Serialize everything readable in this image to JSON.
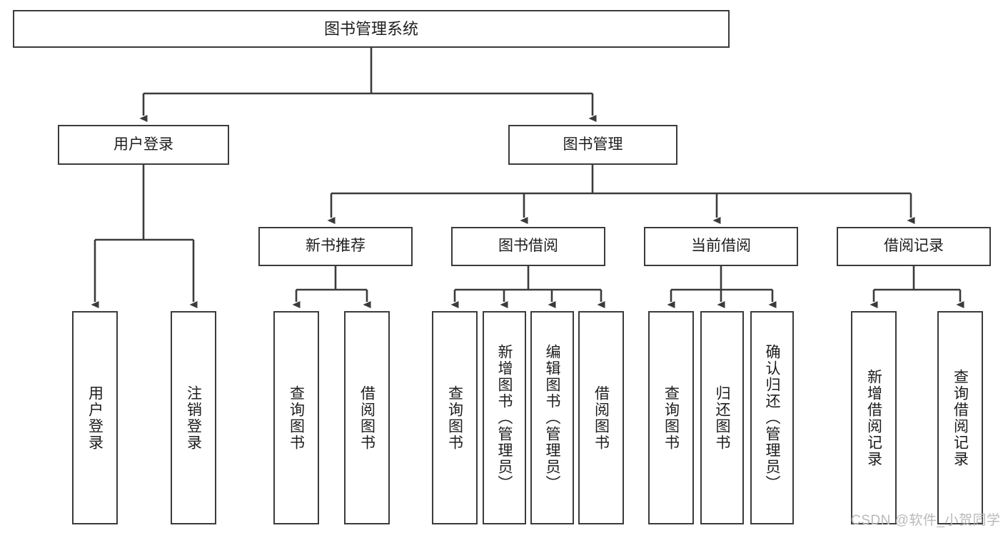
{
  "diagram": {
    "title": "图书管理系统",
    "type": "tree-hierarchy-diagram",
    "watermark": "CSDN @软件_小贺同学",
    "colors": {
      "node_border": "#3b3b3b",
      "node_fill": "#ffffff",
      "edge": "#3b3b3b",
      "text": "#1d1d1d",
      "watermark": "#b9b9b9",
      "background": "#ffffff"
    },
    "nodes": {
      "root": {
        "label": "图书管理系统",
        "orientation": "horizontal"
      },
      "level1": [
        {
          "id": "user-login",
          "label": "用户登录",
          "orientation": "horizontal"
        },
        {
          "id": "book-management",
          "label": "图书管理",
          "orientation": "horizontal"
        }
      ],
      "level2": [
        {
          "id": "new-book-recommend",
          "label": "新书推荐",
          "orientation": "horizontal"
        },
        {
          "id": "book-borrow",
          "label": "图书借阅",
          "orientation": "horizontal"
        },
        {
          "id": "current-borrow",
          "label": "当前借阅",
          "orientation": "horizontal"
        },
        {
          "id": "borrow-record",
          "label": "借阅记录",
          "orientation": "horizontal"
        }
      ],
      "leaves": [
        {
          "id": "leaf-user-login",
          "label": "用户登录",
          "parent": "用户登录",
          "orientation": "vertical"
        },
        {
          "id": "leaf-logout-login",
          "label": "注销登录",
          "parent": "用户登录",
          "orientation": "vertical"
        },
        {
          "id": "leaf-query-book-1",
          "label": "查询图书",
          "parent": "新书推荐",
          "orientation": "vertical"
        },
        {
          "id": "leaf-borrow-book-1",
          "label": "借阅图书",
          "parent": "新书推荐",
          "orientation": "vertical"
        },
        {
          "id": "leaf-query-book-2",
          "label": "查询图书",
          "parent": "图书借阅",
          "orientation": "vertical"
        },
        {
          "id": "leaf-add-book",
          "label": "新增图书（管理员）",
          "parent": "图书借阅",
          "orientation": "vertical"
        },
        {
          "id": "leaf-edit-book",
          "label": "编辑图书（管理员）",
          "parent": "图书借阅",
          "orientation": "vertical"
        },
        {
          "id": "leaf-borrow-book-2",
          "label": "借阅图书",
          "parent": "图书借阅",
          "orientation": "vertical"
        },
        {
          "id": "leaf-query-book-3",
          "label": "查询图书",
          "parent": "当前借阅",
          "orientation": "vertical"
        },
        {
          "id": "leaf-return-book",
          "label": "归还图书",
          "parent": "当前借阅",
          "orientation": "vertical"
        },
        {
          "id": "leaf-confirm-return",
          "label": "确认归还（管理员）",
          "parent": "当前借阅",
          "orientation": "vertical"
        },
        {
          "id": "leaf-add-borrow-record",
          "label": "新增借阅记录",
          "parent": "借阅记录",
          "orientation": "vertical"
        },
        {
          "id": "leaf-query-borrow-record",
          "label": "查询借阅记录",
          "parent": "借阅记录",
          "orientation": "vertical"
        }
      ]
    }
  }
}
